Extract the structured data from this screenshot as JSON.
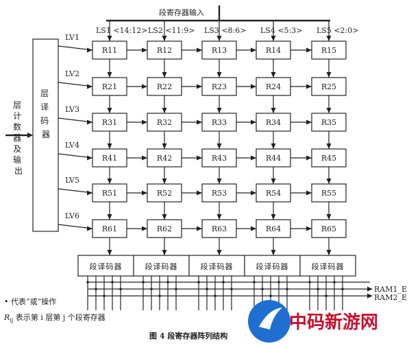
{
  "top_input": "段寄存器输入",
  "ls_labels": [
    "LS1 <14:12>",
    "LS2 <11:9>",
    "LS3 <8:6>",
    "LS4 <5:3>",
    "LS5 <2:0>"
  ],
  "lv_labels": [
    "LV1",
    "LV2",
    "LV3",
    "LV4",
    "LV5",
    "LV6"
  ],
  "registers": [
    [
      "R11",
      "R12",
      "R13",
      "R14",
      "R15"
    ],
    [
      "R21",
      "R22",
      "R23",
      "R24",
      "R25"
    ],
    [
      "R31",
      "R32",
      "R33",
      "R34",
      "R35"
    ],
    [
      "R41",
      "R42",
      "R43",
      "R44",
      "R45"
    ],
    [
      "R51",
      "R52",
      "R53",
      "R54",
      "R55"
    ],
    [
      "R61",
      "R62",
      "R63",
      "R64",
      "R65"
    ]
  ],
  "layer_decoder": "层译码器",
  "layer_input": "层计数器及输出",
  "segment_decoders": [
    "段译码器",
    "段译码器",
    "段译码器",
    "段译码器",
    "段译码器"
  ],
  "ram_outputs": [
    "RAM1_E",
    "RAM2_E"
  ],
  "legend_or": "• 代表“或”操作",
  "legend_rij": "R",
  "legend_rij_sub": "ij",
  "legend_rij_text": " 表示第 i 层第 j 个段寄存器",
  "caption": "图 4  段寄存器阵列结构",
  "watermark": "中码新游网",
  "colors": {
    "watermark": "#c8102e",
    "logo_blue": "#1f6fd1"
  }
}
